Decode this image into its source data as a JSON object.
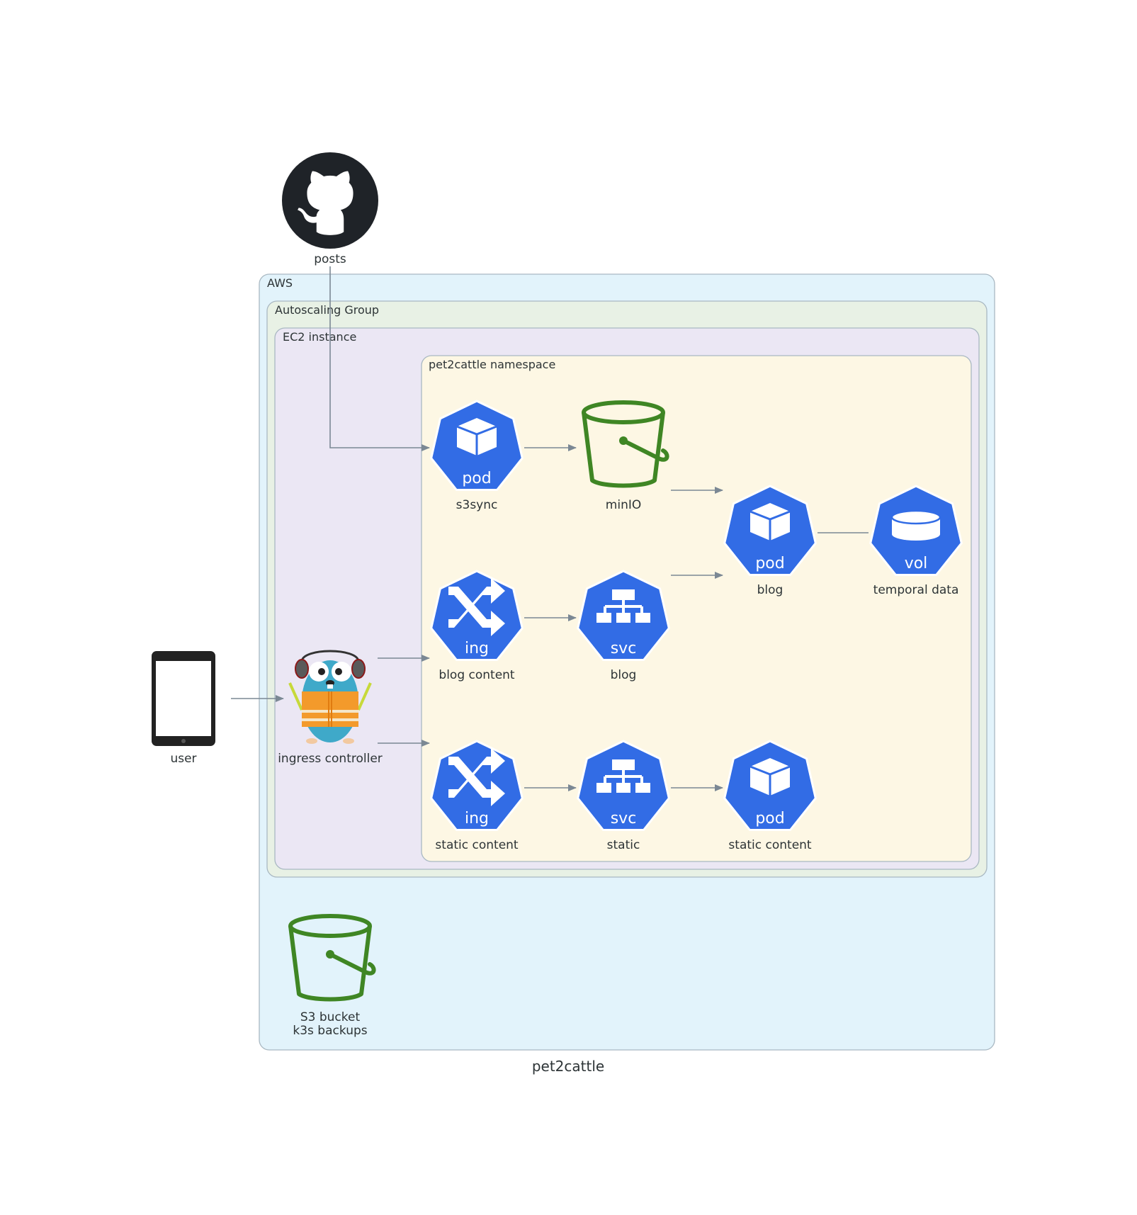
{
  "title": "pet2cattle",
  "clusters": {
    "aws": "AWS",
    "asg": "Autoscaling Group",
    "ec2": "EC2 instance",
    "namespace": "pet2cattle namespace"
  },
  "nodes": {
    "posts": {
      "label": "posts",
      "icon": "github-icon"
    },
    "user": {
      "label": "user",
      "icon": "tablet-icon"
    },
    "ingress_controller": {
      "label": "ingress controller",
      "icon": "gopher-icon"
    },
    "s3sync": {
      "label": "s3sync",
      "badge": "pod",
      "icon": "k8s-pod-icon"
    },
    "minio": {
      "label": "minIO",
      "icon": "bucket-icon"
    },
    "blog_pod": {
      "label": "blog",
      "badge": "pod",
      "icon": "k8s-pod-icon"
    },
    "temporal": {
      "label": "temporal data",
      "badge": "vol",
      "icon": "k8s-vol-icon"
    },
    "ing_blog": {
      "label": "blog content",
      "badge": "ing",
      "icon": "k8s-ing-icon"
    },
    "svc_blog": {
      "label": "blog",
      "badge": "svc",
      "icon": "k8s-svc-icon"
    },
    "ing_static": {
      "label": "static content",
      "badge": "ing",
      "icon": "k8s-ing-icon"
    },
    "svc_static": {
      "label": "static",
      "badge": "svc",
      "icon": "k8s-svc-icon"
    },
    "pod_static": {
      "label": "static content",
      "badge": "pod",
      "icon": "k8s-pod-icon"
    },
    "s3_backups": {
      "label_line1": "S3 bucket",
      "label_line2": "k3s backups",
      "icon": "bucket-icon"
    }
  },
  "colors": {
    "aws_bg": "#e2f3fb",
    "asg_bg": "#e8f1e5",
    "ec2_bg": "#ebe7f4",
    "namespace_bg": "#fdf7e4",
    "k8s_blue": "#326ce5",
    "bucket_green": "#3f8624",
    "edge": "#7b8894"
  }
}
